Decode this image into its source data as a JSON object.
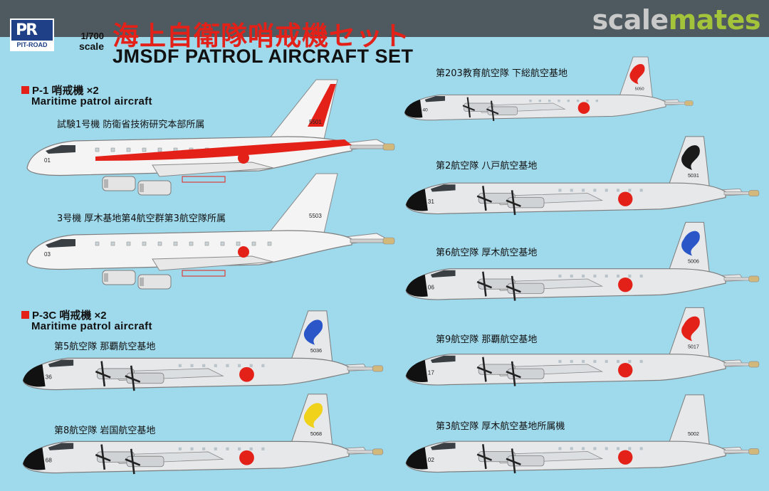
{
  "header": {
    "brand_logo_text": "PIT-ROAD",
    "scale_value": "1/700",
    "scale_word": "scale",
    "title_jp": "海上自衛隊哨戒機セット",
    "title_en": "JMSDF PATROL AIRCRAFT SET",
    "watermark_a": "scale",
    "watermark_b": "mates"
  },
  "sections": [
    {
      "heading": "P-1 哨戒機 ×2",
      "subheading": "Maritime patrol aircraft"
    },
    {
      "heading": "P-3C 哨戒機 ×2",
      "subheading": "Maritime patrol aircraft"
    }
  ],
  "aircraft": [
    {
      "caption": "試験1号機 防衛省技術研究本部所属",
      "type": "P-1",
      "nose": "01",
      "tail": "5501",
      "livery": "red"
    },
    {
      "caption": "3号機 厚木基地第4航空群第3航空隊所属",
      "type": "P-1",
      "nose": "03",
      "tail": "5503",
      "livery": "plain"
    },
    {
      "caption": "第5航空隊 那覇航空基地",
      "type": "P-3C",
      "nose": "36",
      "tail": "5036",
      "livery": "blue"
    },
    {
      "caption": "第8航空隊 岩国航空基地",
      "type": "P-3C",
      "nose": "68",
      "tail": "5068",
      "livery": "yellow"
    },
    {
      "caption": "第203教育航空隊 下総航空基地",
      "type": "P-3C",
      "nose": "40",
      "tail": "5050",
      "livery": "red"
    },
    {
      "caption": "第2航空隊 八戸航空基地",
      "type": "P-3C",
      "nose": "31",
      "tail": "5031",
      "livery": "black"
    },
    {
      "caption": "第6航空隊 厚木航空基地",
      "type": "P-3C",
      "nose": "06",
      "tail": "5006",
      "livery": "blue"
    },
    {
      "caption": "第9航空隊 那覇航空基地",
      "type": "P-3C",
      "nose": "17",
      "tail": "5017",
      "livery": "red"
    },
    {
      "caption": "第3航空隊 厚木航空基地所属機",
      "type": "P-3C",
      "nose": "02",
      "tail": "5002",
      "livery": "plain"
    }
  ],
  "colors": {
    "background": "#9fd9ec",
    "accent_red": "#e32119",
    "hinomaru": "#e32119",
    "fuselage": "#f4f4f4",
    "p3c_grey": "#e6e8ea",
    "nose_black": "#111111"
  }
}
